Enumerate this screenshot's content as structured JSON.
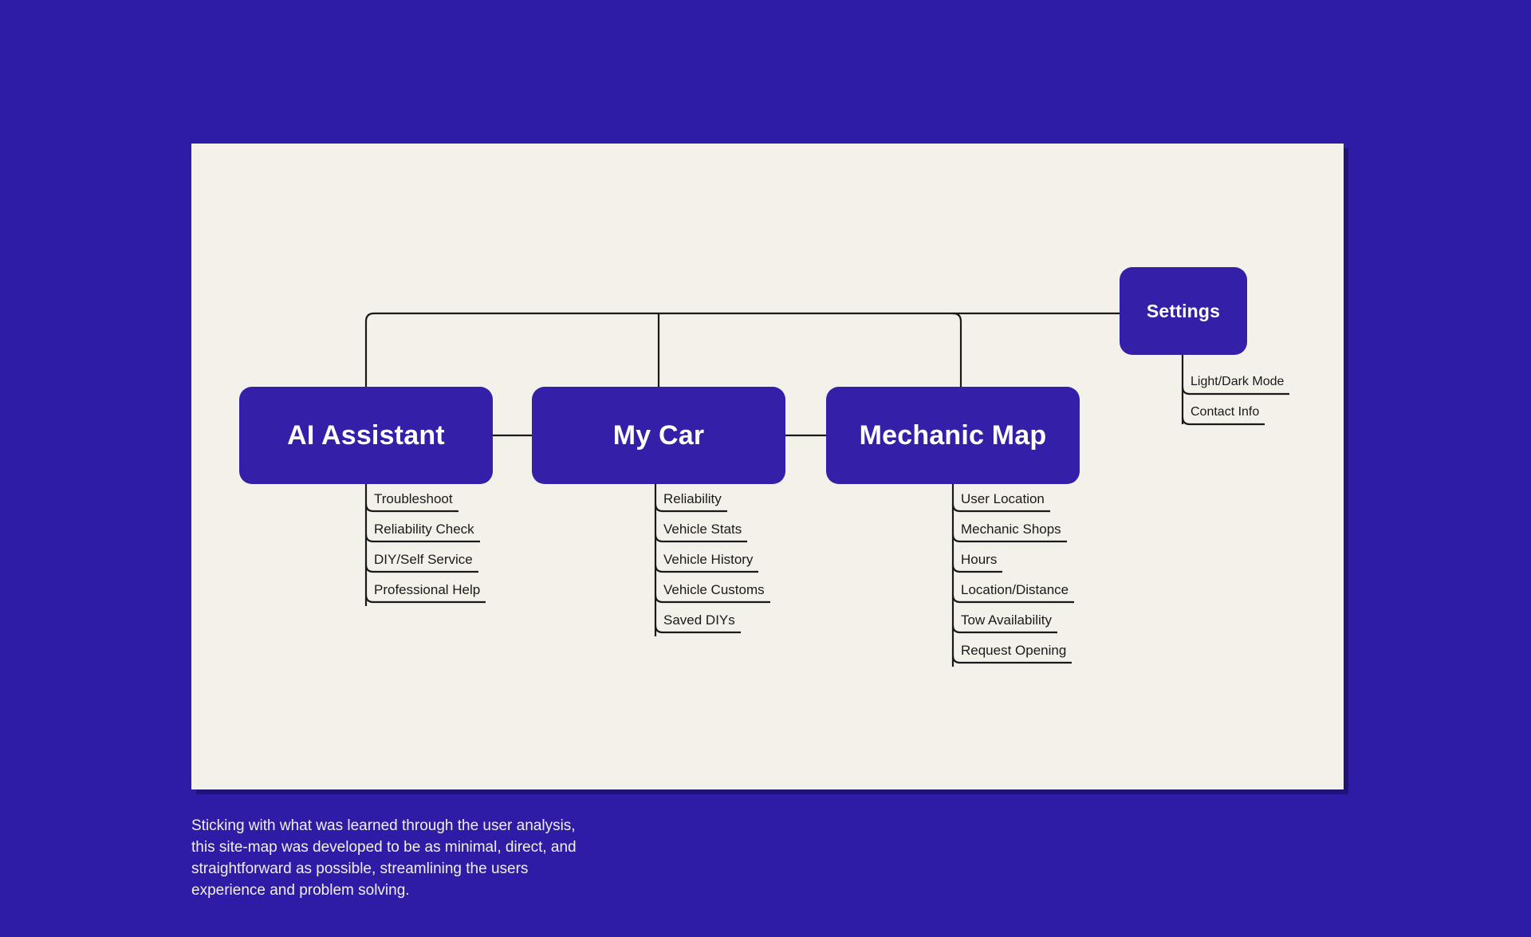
{
  "colors": {
    "page_background": "#2E1CA6",
    "card_background": "#F4F1EA",
    "node_fill": "#3420A8",
    "node_text": "#FFFFFF",
    "line": "#1A1A1A",
    "caption_text": "#F2EFEA"
  },
  "diagram": {
    "type": "sitemap",
    "nodes": [
      {
        "id": "ai-assistant",
        "label": "AI Assistant",
        "children": [
          "Troubleshoot",
          "Reliability Check",
          "DIY/Self Service",
          "Professional Help"
        ]
      },
      {
        "id": "my-car",
        "label": "My Car",
        "children": [
          "Reliability",
          "Vehicle Stats",
          "Vehicle History",
          "Vehicle Customs",
          "Saved DIYs"
        ]
      },
      {
        "id": "mechanic-map",
        "label": "Mechanic Map",
        "children": [
          "User Location",
          "Mechanic Shops",
          "Hours",
          "Location/Distance",
          "Tow Availability",
          "Request Opening"
        ]
      },
      {
        "id": "settings",
        "label": "Settings",
        "children": [
          "Light/Dark Mode",
          "Contact Info"
        ]
      }
    ]
  },
  "caption": {
    "text": "Sticking with what was learned through the user analysis,\nthis site-map was developed to be as minimal, direct, and\nstraightforward as possible, streamlining the users\nexperience and problem solving."
  }
}
